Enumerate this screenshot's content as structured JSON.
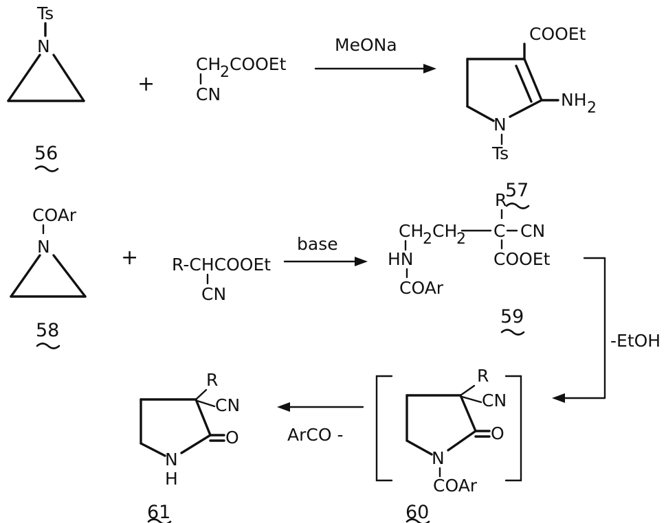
{
  "compounds": {
    "c56": {
      "number": "56",
      "substituent": "Ts",
      "atom": "N"
    },
    "reagent1": {
      "line1": "CH",
      "sub": "2",
      "line1b": "COOEt",
      "line2": "CN"
    },
    "c57": {
      "number": "57",
      "ester": "COOEt",
      "amine": "NH",
      "amine_sub": "2",
      "atom": "N",
      "substituent": "Ts"
    },
    "c58": {
      "number": "58",
      "substituent": "COAr",
      "atom": "N"
    },
    "reagent2": {
      "line1": "R-CHCOOEt",
      "line2": "CN"
    },
    "c59": {
      "number": "59",
      "chain": "CH",
      "chain_sub1": "2",
      "chain_mid": "CH",
      "chain_sub2": "2",
      "quat": "C",
      "r": "R",
      "nitrile": "CN",
      "ester": "COOEt",
      "nh": "HN",
      "acyl": "COAr"
    },
    "c60": {
      "number": "60",
      "r": "R",
      "nitrile": "CN",
      "carbonyl": "O",
      "atom": "N",
      "acyl": "COAr"
    },
    "c61": {
      "number": "61",
      "r": "R",
      "nitrile": "CN",
      "carbonyl": "O",
      "atom": "N",
      "h": "H"
    }
  },
  "arrows": {
    "a1": {
      "label": "MeONa"
    },
    "a2": {
      "label": "base"
    },
    "a3": {
      "label": "-EtOH"
    },
    "a4": {
      "label": "ArCO -"
    }
  },
  "plus": "+"
}
